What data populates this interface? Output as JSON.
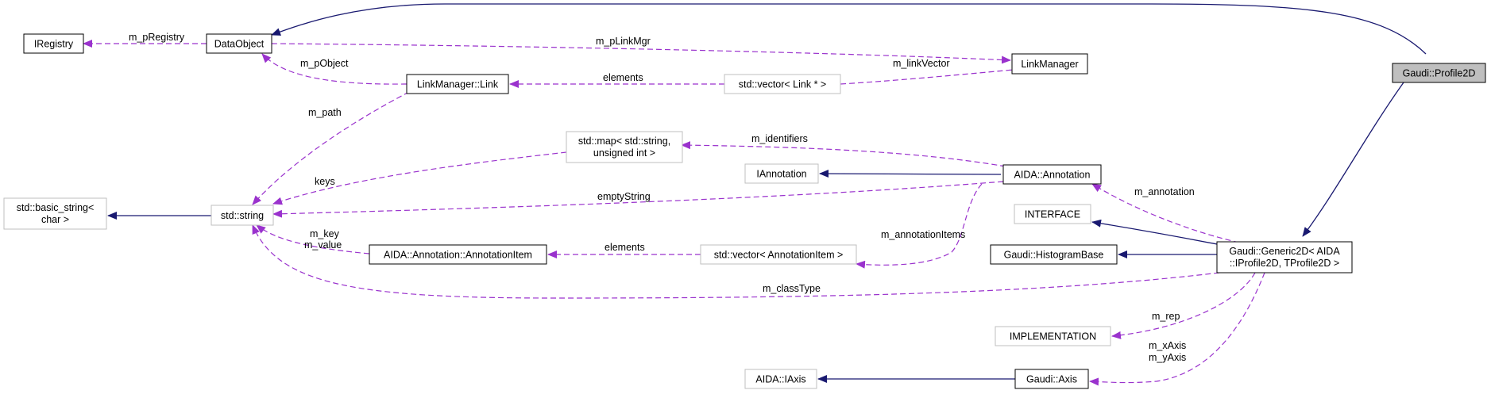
{
  "nodes": {
    "profile2d": "Gaudi::Profile2D",
    "generic2d_line1": "Gaudi::Generic2D< AIDA",
    "generic2d_line2": "::IProfile2D, TProfile2D >",
    "dataobject": "DataObject",
    "iregistry": "IRegistry",
    "linkmanager": "LinkManager",
    "linkmanager_link": "LinkManager::Link",
    "vector_link": "std::vector< Link * >",
    "std_string": "std::string",
    "basic_string_line1": "std::basic_string<",
    "basic_string_line2": "char >",
    "std_map_line1": "std::map< std::string,",
    "std_map_line2": "unsigned int >",
    "iannotation": "IAnnotation",
    "aida_annotation": "AIDA::Annotation",
    "annotation_item": "AIDA::Annotation::AnnotationItem",
    "vector_annotation_item": "std::vector< AnnotationItem >",
    "interface": "INTERFACE",
    "histogram_base": "Gaudi::HistogramBase",
    "implementation": "IMPLEMENTATION",
    "aida_iaxis": "AIDA::IAxis",
    "gaudi_axis": "Gaudi::Axis"
  },
  "edges": {
    "m_pRegistry": "m_pRegistry",
    "m_pLinkMgr": "m_pLinkMgr",
    "m_linkVector": "m_linkVector",
    "elements_link": "elements",
    "m_pObject": "m_pObject",
    "m_path": "m_path",
    "keys": "keys",
    "m_identifiers": "m_identifiers",
    "emptyString": "emptyString",
    "m_key": "m_key",
    "m_value": "m_value",
    "elements_item": "elements",
    "m_annotationItems": "m_annotationItems",
    "m_annotation": "m_annotation",
    "m_classType": "m_classType",
    "m_rep": "m_rep",
    "m_xAxis": "m_xAxis",
    "m_yAxis": "m_yAxis"
  },
  "colors": {
    "inheritance": "#191970",
    "usage": "#9a32cd",
    "highlight_fill": "#bfbfbf",
    "grey_border": "#bfbfbf",
    "black_border": "#000000"
  }
}
